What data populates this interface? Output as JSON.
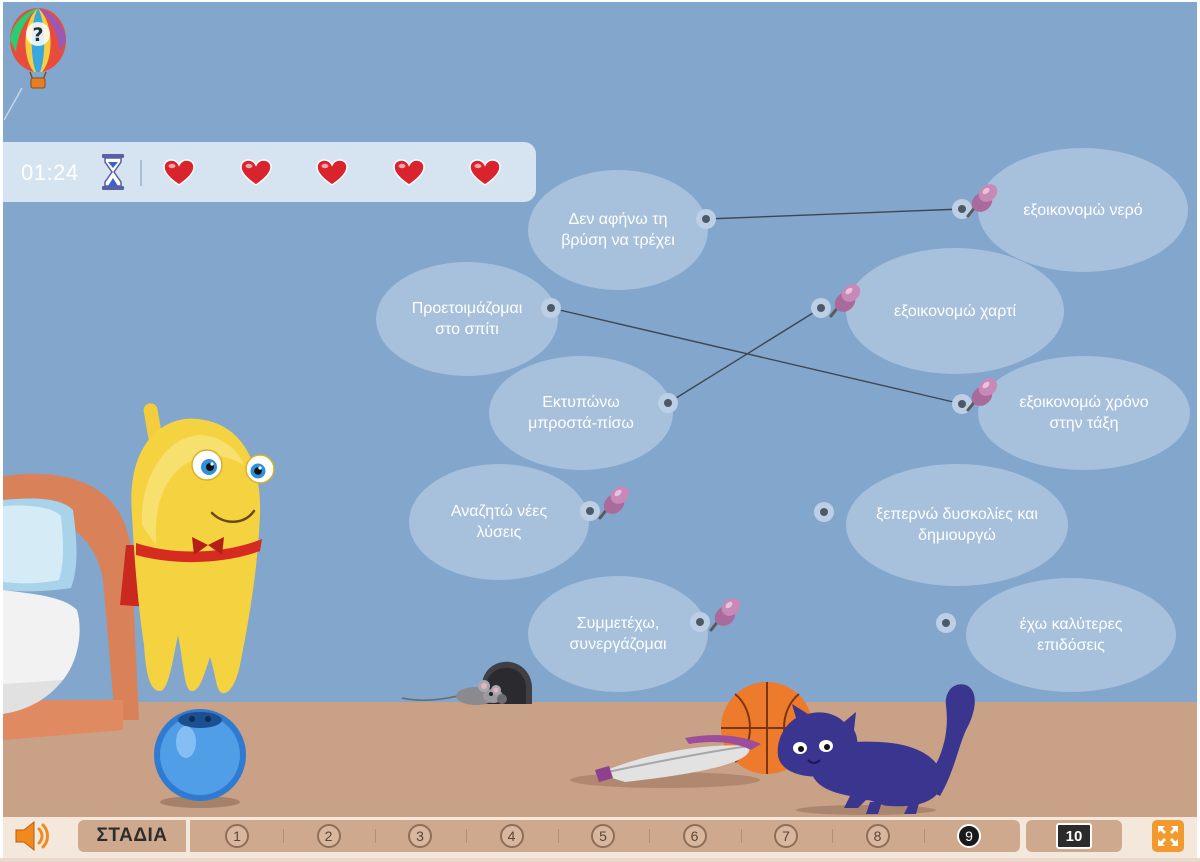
{
  "status": {
    "timer": "01:24",
    "lives": 5
  },
  "left_phrases": [
    {
      "id": "faucet",
      "text": "Δεν αφήνω τη\nβρύση να τρέχει",
      "pinned": false
    },
    {
      "id": "home",
      "text": "Προετοιμάζομαι\nστο σπίτι",
      "pinned": false
    },
    {
      "id": "print",
      "text": "Εκτυπώνω\nμπροστά-πίσω",
      "pinned": false
    },
    {
      "id": "solutions",
      "text": "Αναζητώ νέες\nλύσεις",
      "pinned": true
    },
    {
      "id": "cooperate",
      "text": "Συμμετέχω,\nσυνεργάζομαι",
      "pinned": true
    }
  ],
  "right_phrases": [
    {
      "id": "water",
      "text": "εξοικονομώ νερό",
      "pinned": true
    },
    {
      "id": "paper",
      "text": "εξοικονομώ χαρτί",
      "pinned": true
    },
    {
      "id": "time",
      "text": "εξοικονομώ χρόνο\nστην τάξη",
      "pinned": true
    },
    {
      "id": "create",
      "text": "ξεπερνώ δυσκολίες και\nδημιουργώ",
      "pinned": false
    },
    {
      "id": "perform",
      "text": "έχω καλύτερες\nεπιδόσεις",
      "pinned": false
    }
  ],
  "connections": [
    {
      "from": "faucet",
      "to": "water"
    },
    {
      "from": "home",
      "to": "time"
    },
    {
      "from": "print",
      "to": "paper"
    }
  ],
  "navigation": {
    "stages_label": "ΣΤΑΔΙΑ",
    "stages": [
      "1",
      "2",
      "3",
      "4",
      "5",
      "6",
      "7",
      "8",
      "9"
    ],
    "current_stage": "9",
    "final_stage": "10"
  },
  "icons": {
    "help": "hot-air-balloon-help-icon",
    "timer": "hourglass-icon",
    "life": "heart-icon",
    "sound": "speaker-icon",
    "fullscreen": "fullscreen-arrows-icon",
    "pin": "push-pin-icon"
  },
  "colors": {
    "wall": "#82a6cc",
    "floor": "#c9a186",
    "bubble": "#a7c0dc",
    "heart": "#d9232d",
    "connected_ring": "#22d11f",
    "nav_bar": "#cfa98e",
    "fullscreen": "#f39a2e"
  }
}
